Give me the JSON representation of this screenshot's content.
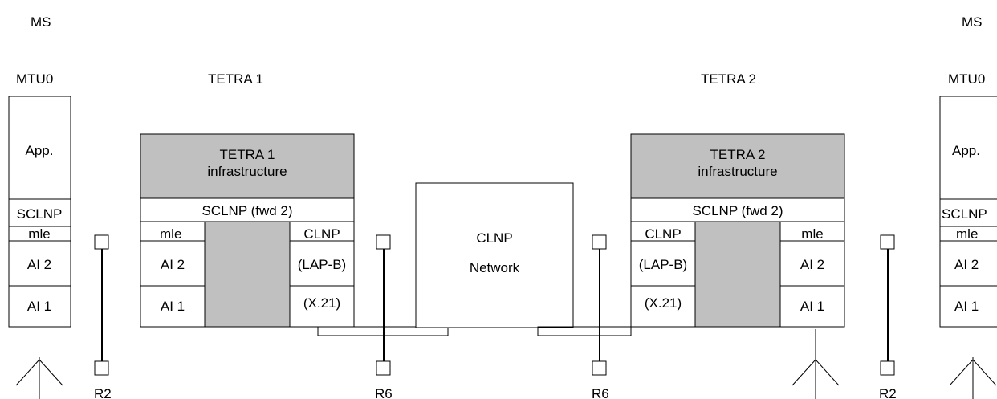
{
  "ms_left": {
    "label": "MS",
    "unit": "MTU0",
    "app": "App.",
    "sclnp": "SCLNP",
    "mle": "mle",
    "ai2": "AI 2",
    "ai1": "AI 1"
  },
  "ms_right": {
    "label": "MS",
    "unit": "MTU0",
    "app": "App.",
    "sclnp": "SCLNP",
    "mle": "mle",
    "ai2": "AI 2",
    "ai1": "AI 1"
  },
  "tetra1": {
    "label": "TETRA 1",
    "infra_line1": "TETRA 1",
    "infra_line2": "infrastructure",
    "sclnp": "SCLNP (fwd 2)",
    "mle": "mle",
    "ai2": "AI 2",
    "ai1": "AI 1",
    "clnp": "CLNP",
    "lapb": "(LAP-B)",
    "x21": "(X.21)"
  },
  "tetra2": {
    "label": "TETRA 2",
    "infra_line1": "TETRA 2",
    "infra_line2": "infrastructure",
    "sclnp": "SCLNP (fwd 2)",
    "clnp": "CLNP",
    "lapb": "(LAP-B)",
    "x21": "(X.21)",
    "mle": "mle",
    "ai2": "AI 2",
    "ai1": "AI 1"
  },
  "network": {
    "line1": "CLNP",
    "line2": "Network"
  },
  "reference_points": {
    "r2_left": "R2",
    "r6_left": "R6",
    "r6_right": "R6",
    "r2_right": "R2"
  }
}
